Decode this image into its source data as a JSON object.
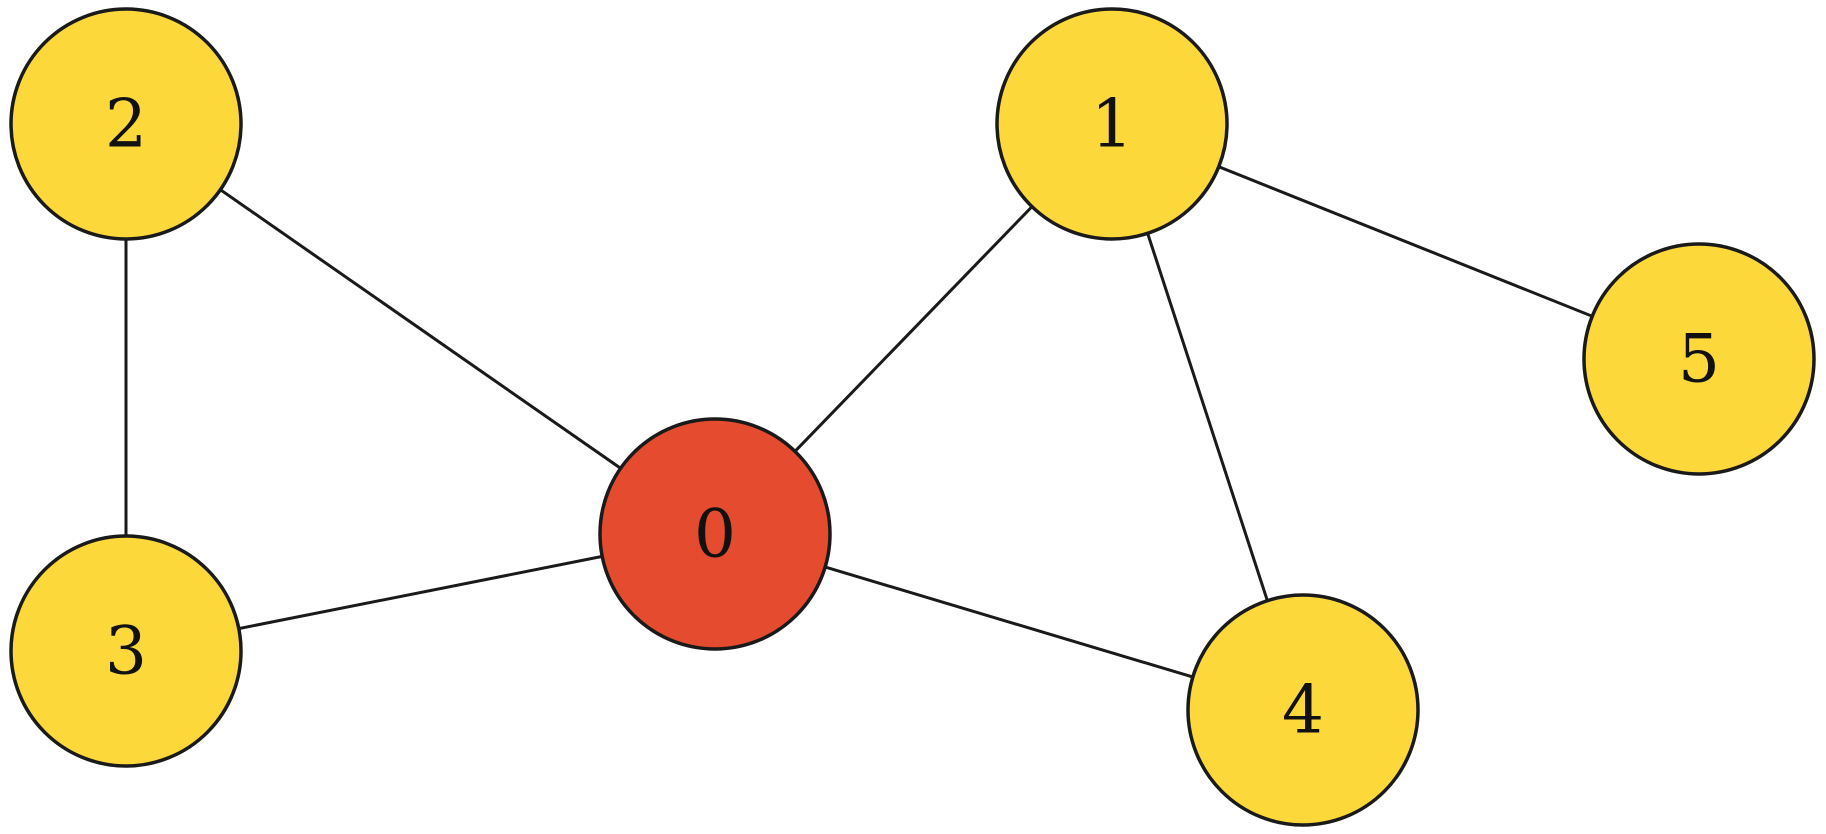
{
  "colors": {
    "default_node": "#FDD83A",
    "highlight_node": "#E54B2F",
    "edge": "#1a1a1a",
    "background": "#ffffff"
  },
  "graph": {
    "nodes": [
      {
        "id": "0",
        "label": "0",
        "highlighted": true
      },
      {
        "id": "1",
        "label": "1",
        "highlighted": false
      },
      {
        "id": "2",
        "label": "2",
        "highlighted": false
      },
      {
        "id": "3",
        "label": "3",
        "highlighted": false
      },
      {
        "id": "4",
        "label": "4",
        "highlighted": false
      },
      {
        "id": "5",
        "label": "5",
        "highlighted": false
      }
    ],
    "edges": [
      {
        "source": "2",
        "target": "3"
      },
      {
        "source": "2",
        "target": "0"
      },
      {
        "source": "3",
        "target": "0"
      },
      {
        "source": "0",
        "target": "1"
      },
      {
        "source": "0",
        "target": "4"
      },
      {
        "source": "1",
        "target": "4"
      },
      {
        "source": "1",
        "target": "5"
      }
    ]
  }
}
